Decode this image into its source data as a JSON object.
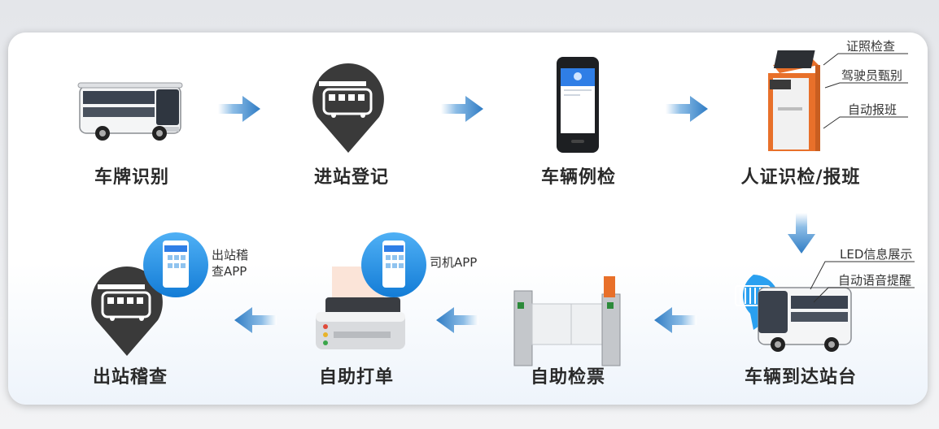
{
  "steps": {
    "s1": "车牌识别",
    "s2": "进站登记",
    "s3": "车辆例检",
    "s4": "人证识检/报班",
    "s5": "车辆到达站台",
    "s6": "自助检票",
    "s7": "自助打单",
    "s8": "出站稽查"
  },
  "annotations": {
    "kiosk": [
      "证照检查",
      "驾驶员甄别",
      "自动报班"
    ],
    "arrival": [
      "LED信息展示",
      "自动语音提醒"
    ],
    "driver_app": "司机APP",
    "exit_app_line1": "出站稽",
    "exit_app_line2": "查APP"
  },
  "icons": {
    "s1": "bus-icon",
    "s2": "bus-pin-icon",
    "s3": "handheld-terminal-icon",
    "s4": "self-service-kiosk-icon",
    "s5": "bus-with-led-icon",
    "s6": "ticket-gate-icon",
    "s7": "receipt-printer-icon",
    "s8": "bus-pin-icon"
  },
  "colors": {
    "arrow": "#2f7cc4",
    "pin": "#3a3a3a",
    "phone_circle": "#1f8fe0",
    "kiosk_orange": "#e8702a"
  }
}
